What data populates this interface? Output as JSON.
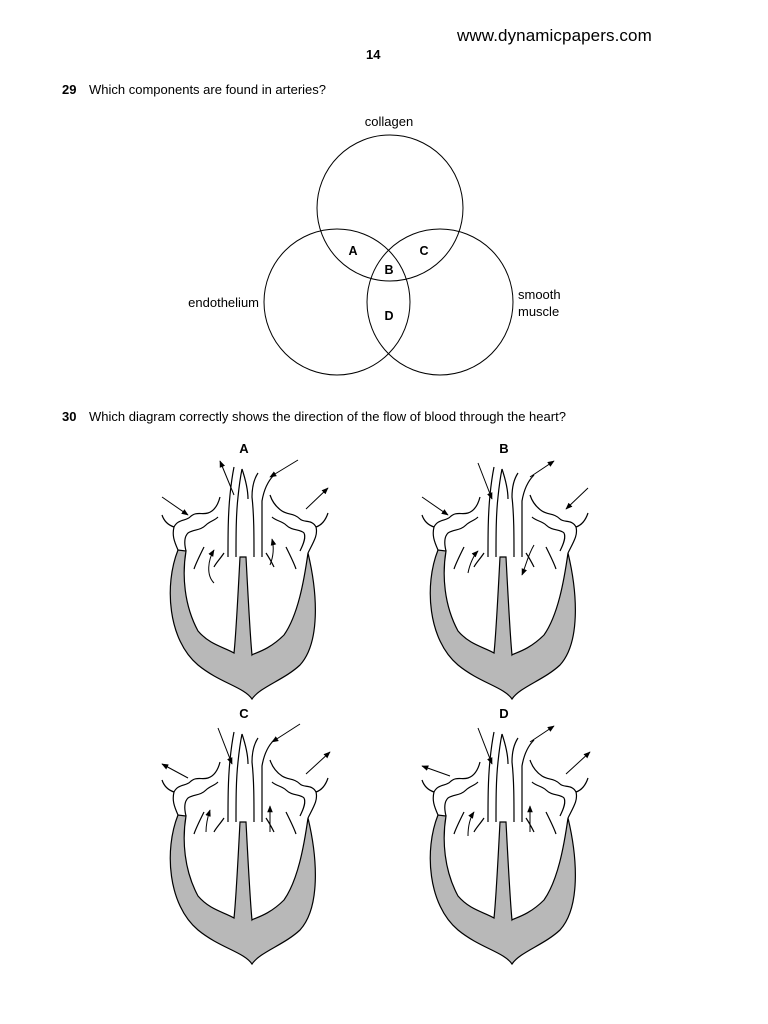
{
  "header": {
    "site_url": "www.dynamicpapers.com",
    "page_number": "14"
  },
  "question_29": {
    "number": "29",
    "text": "Which components are found in arteries?",
    "venn": {
      "set_labels": {
        "top": "collagen",
        "left": "endothelium",
        "right_line1": "smooth",
        "right_line2": "muscle"
      },
      "region_labels": {
        "a": "A",
        "b": "B",
        "c": "C",
        "d": "D"
      }
    }
  },
  "question_30": {
    "number": "30",
    "text": "Which diagram correctly shows the direction of the flow of blood through the heart?",
    "options": {
      "a": "A",
      "b": "B",
      "c": "C",
      "d": "D"
    }
  },
  "colors": {
    "heart_wall": "#b8b8b8",
    "line": "#000000"
  }
}
